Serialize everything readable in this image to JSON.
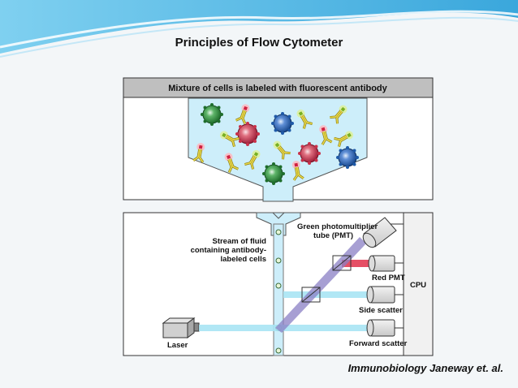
{
  "slide": {
    "title": "Principles of Flow Cytometer",
    "credit": "Immunobiology Janeway et. al."
  },
  "diagram": {
    "top_heading": "Mixture of cells is labeled with fluorescent antibody",
    "labels": {
      "stream": [
        "Stream of fluid",
        "containing antibody-",
        "labeled cells"
      ],
      "green_pmt": [
        "Green photomultiplier",
        "tube (PMT)"
      ],
      "red_pmt": "Red PMT",
      "side_scatter": "Side scatter",
      "forward_scatter": "Forward scatter",
      "laser": "Laser",
      "cpu": "CPU"
    }
  },
  "colors": {
    "panel_header": "#bfbfbf",
    "fluid": "#cdeefa",
    "laser_beam": "#a8e4f4",
    "green_beam": "#8a7fc4",
    "red_beam": "#e0304a",
    "cell_green": "#2e8b3e",
    "cell_red": "#c8324a",
    "cell_blue": "#1f5aa8",
    "antibody": "#e8d94a"
  }
}
